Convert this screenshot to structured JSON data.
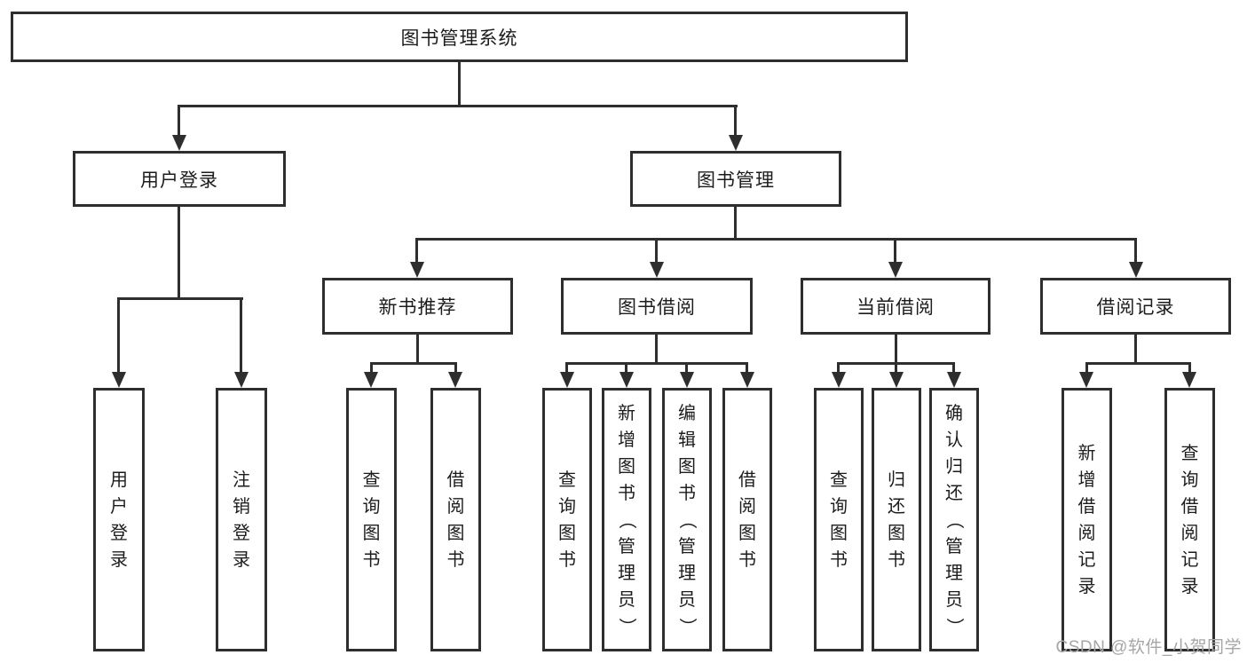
{
  "diagram": {
    "root": {
      "label": "图书管理系统"
    },
    "branches": [
      {
        "label": "用户登录",
        "children": [
          {
            "label": "用户登录"
          },
          {
            "label": "注销登录"
          }
        ]
      },
      {
        "label": "图书管理",
        "children": [
          {
            "label": "新书推荐",
            "children": [
              {
                "label": "查询图书"
              },
              {
                "label": "借阅图书"
              }
            ]
          },
          {
            "label": "图书借阅",
            "children": [
              {
                "label": "查询图书"
              },
              {
                "label": "新增图书（管理员）"
              },
              {
                "label": "编辑图书（管理员）"
              },
              {
                "label": "借阅图书"
              }
            ]
          },
          {
            "label": "当前借阅",
            "children": [
              {
                "label": "查询图书"
              },
              {
                "label": "归还图书"
              },
              {
                "label": "确认归还（管理员）"
              }
            ]
          },
          {
            "label": "借阅记录",
            "children": [
              {
                "label": "新增借阅记录"
              },
              {
                "label": "查询借阅记录"
              }
            ]
          }
        ]
      }
    ]
  },
  "watermark": {
    "text": "CSDN @软件_小贺同学"
  },
  "colors": {
    "line": "#2e2e2e",
    "text": "#1c1c1c",
    "watermark_text": "#a6a6a6",
    "background": "#ffffff",
    "box_fill": "#ffffff"
  }
}
